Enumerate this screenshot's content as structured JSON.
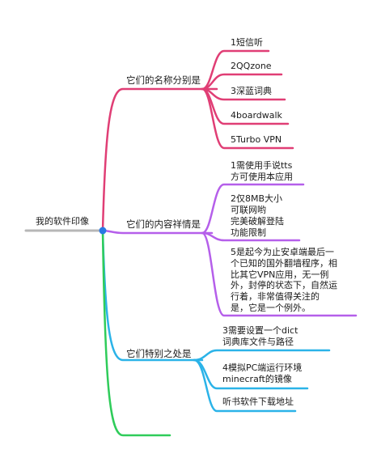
{
  "root": {
    "label": "我的软件印像"
  },
  "colors": {
    "root_line": "#b7b7b7",
    "root_dot": "#2a78e4",
    "branch_names": "#e03e75",
    "branch_details": "#b55fea",
    "branch_special": "#2bb3e8",
    "branch_empty": "#2fcc5a"
  },
  "branches": {
    "names": {
      "label": "它们的名称分别是",
      "items": [
        "1短信听",
        "2QQzone",
        "3深蓝词典",
        "4boardwalk",
        "5Turbo VPN"
      ]
    },
    "details": {
      "label": "它们的内容祥情是",
      "items": [
        "1需使用手说tts\n方可使用本应用",
        "2仅8MB大小\n可联网哟\n完美破解登陆\n功能限制",
        "5是起今为止安卓端最后一\n个已知的国外翻墙程序，相\n比其它VPN应用，无一例\n外，封停的状态下，自然运\n行着，非常值得关注的\n是，它是一个例外。"
      ]
    },
    "special": {
      "label": "它们特别之处是",
      "items": [
        "3需要设置一个dict\n词典库文件与路径",
        "4模拟PC端运行环境\nminecraft的镜像",
        "听书软件下载地址"
      ]
    }
  }
}
